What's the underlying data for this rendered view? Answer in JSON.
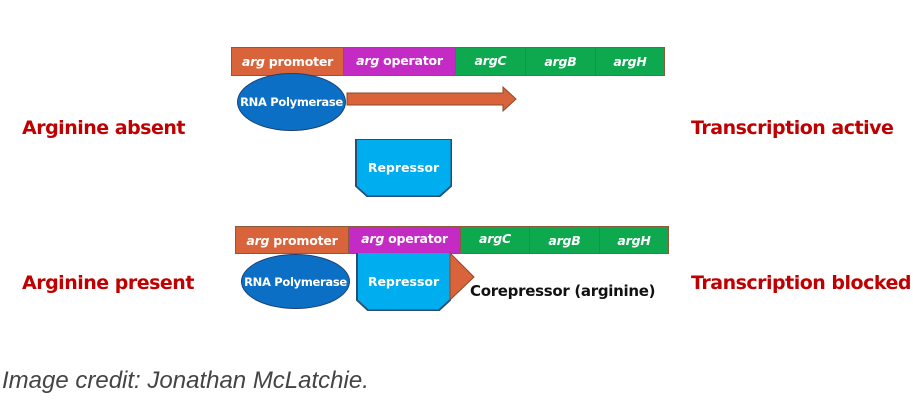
{
  "diagram": {
    "title": "arg operon regulation",
    "colors": {
      "promoter": "#d9633b",
      "operator": "#c42bc4",
      "gene": "#0ea84e",
      "rna_polymerase": "#0b70c5",
      "repressor": "#00aeef",
      "arrow": "#d9633b",
      "corepressor": "#d9633b",
      "condition_label": "#c00000"
    },
    "panels": [
      {
        "condition": "Arginine absent",
        "outcome": "Transcription active",
        "segments": [
          {
            "prefix": "arg",
            "label": "promoter",
            "type": "promoter"
          },
          {
            "prefix": "arg",
            "label": "operator",
            "type": "operator"
          },
          {
            "prefix": "",
            "label": "argC",
            "type": "gene"
          },
          {
            "prefix": "",
            "label": "argB",
            "type": "gene"
          },
          {
            "prefix": "",
            "label": "argH",
            "type": "gene"
          }
        ],
        "rna_polymerase": "RNA Polymerase",
        "repressor": "Repressor",
        "repressor_bound": false,
        "transcription_arrow": true
      },
      {
        "condition": "Arginine present",
        "outcome": "Transcription blocked",
        "segments": [
          {
            "prefix": "arg",
            "label": "promoter",
            "type": "promoter"
          },
          {
            "prefix": "arg",
            "label": "operator",
            "type": "operator"
          },
          {
            "prefix": "",
            "label": "argC",
            "type": "gene"
          },
          {
            "prefix": "",
            "label": "argB",
            "type": "gene"
          },
          {
            "prefix": "",
            "label": "argH",
            "type": "gene"
          }
        ],
        "rna_polymerase": "RNA Polymerase",
        "repressor": "Repressor",
        "repressor_bound": true,
        "corepressor": "Corepressor (arginine)",
        "transcription_arrow": false
      }
    ]
  },
  "credit": "Image credit: Jonathan McLatchie."
}
